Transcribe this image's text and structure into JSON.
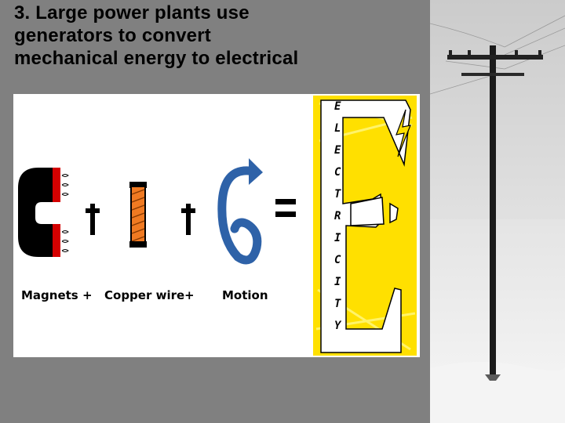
{
  "slide": {
    "title_line1": "3. Large power plants use",
    "title_line2": "generators to convert",
    "title_line3": "mechanical energy to electrical"
  },
  "diagram": {
    "equation": {
      "term1": "Magnets",
      "term2": "Copper wire",
      "term3": "Motion",
      "plus": "+",
      "equals": "=",
      "result": "E",
      "result_word": [
        "E",
        "L",
        "E",
        "C",
        "T",
        "R",
        "I",
        "C",
        "I",
        "T",
        "Y"
      ]
    }
  },
  "colors": {
    "background": "#808080",
    "magnet_black": "#000000",
    "magnet_red": "#d40000",
    "copper_orange": "#f07a22",
    "motion_blue": "#2e62a8",
    "electricity_yellow": "#ffe000"
  },
  "icons": [
    "magnet-icon",
    "copper-wire-icon",
    "motion-arrow-icon",
    "electricity-letter-e-icon",
    "lightning-bolt-icon",
    "power-pole-icon"
  ]
}
